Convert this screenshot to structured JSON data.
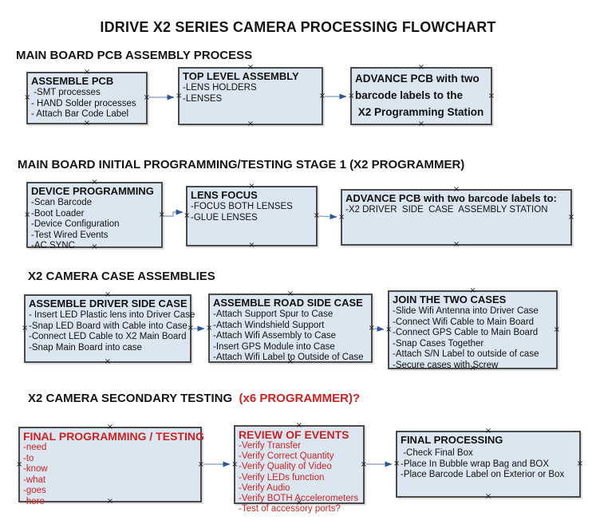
{
  "title": "IDRIVE X2  SERIES CAMERA PROCESSING FLOWCHART",
  "colors": {
    "box_fill": "#dce6f1",
    "box_border": "#4a4a4a",
    "red": "#cc2222",
    "arrow_line": "#94a9c8",
    "arrow_head": "#2b579a",
    "text": "#111111"
  },
  "icons": {
    "connection_handle": "×"
  },
  "sections": {
    "s1": {
      "heading": "MAIN BOARD PCB ASSEMBLY PROCESS"
    },
    "s2": {
      "heading": "MAIN BOARD INITIAL PROGRAMMING/TESTING STAGE 1 (X2 PROGRAMMER)"
    },
    "s3": {
      "heading": "X2 CAMERA CASE ASSEMBLIES"
    },
    "s4": {
      "heading": "X2 CAMERA SECONDARY TESTING ",
      "heading_suffix": " (x6 PROGRAMMER)?"
    }
  },
  "boxes": {
    "assemble_pcb": {
      "title": "ASSEMBLE PCB",
      "items": [
        " -SMT processes",
        "- HAND Solder processes",
        "- Attach Bar Code Label"
      ]
    },
    "top_level_assembly": {
      "title": "TOP LEVEL ASSEMBLY",
      "items": [
        "-LENS HOLDERS",
        "-LENSES"
      ]
    },
    "advance_pcb_programming": {
      "title_lines": [
        "ADVANCE PCB with two",
        "barcode labels to the",
        " X2 Programming Station"
      ]
    },
    "device_programming": {
      "title": "DEVICE PROGRAMMING",
      "items": [
        "-Scan Barcode",
        "-Boot Loader",
        "-Device Configuration",
        "-Test Wired Events",
        "-AC SYNC"
      ]
    },
    "lens_focus": {
      "title": "LENS FOCUS",
      "items": [
        "-FOCUS BOTH LENSES",
        "-GLUE LENSES"
      ]
    },
    "advance_pcb_driver_side": {
      "title": "ADVANCE PCB with two barcode labels to:",
      "items": [
        "-X2 DRIVER  SIDE  CASE  ASSEMBLY STATION"
      ]
    },
    "assemble_driver_side_case": {
      "title": "ASSEMBLE DRIVER SIDE CASE",
      "items": [
        "- Insert LED Plastic lens into Driver Case",
        "-Snap LED Board with Cable into Case",
        "-Connect LED Cable to X2 Main Board",
        "-Snap Main Board into case"
      ]
    },
    "assemble_road_side_case": {
      "title": "ASSEMBLE ROAD SIDE CASE",
      "items": [
        "-Attach Support Spur to Case",
        "-Attach Windshield Support",
        "-Attach Wifi Assembly to Case",
        "-Insert GPS Module into Case",
        "-Attach Wifi Label to Outside of Case"
      ]
    },
    "join_the_two_cases": {
      "title": "JOIN THE TWO CASES",
      "items": [
        "-Slide Wifi Antenna into Driver Case",
        "-Connect Wifi Cable to Main Board",
        "-Connect GPS Cable to Main Board",
        "-Snap Cases Together",
        "-Attach S/N Label to outside of case",
        "-Secure cases with Screw"
      ]
    },
    "final_programming_testing": {
      "title": "FINAL PROGRAMMING / TESTING",
      "items": [
        "-need",
        "-to",
        "-know",
        "-what",
        "-goes",
        "-here"
      ]
    },
    "review_of_events": {
      "title": "REVIEW OF EVENTS",
      "items": [
        "-Verify Transfer",
        "-Verify Correct Quantity",
        "-Verify Quality of Video",
        "-Verify LEDs function",
        "-Verify Audio",
        "-Verify BOTH Accelerometers",
        "-Test of accessory ports?"
      ]
    },
    "final_processing": {
      "title": "FINAL PROCESSING",
      "items": [
        " -Check Final Box",
        "-Place In Bubble wrap Bag and BOX",
        "-Place Barcode Label on Exterior or Box"
      ]
    }
  }
}
